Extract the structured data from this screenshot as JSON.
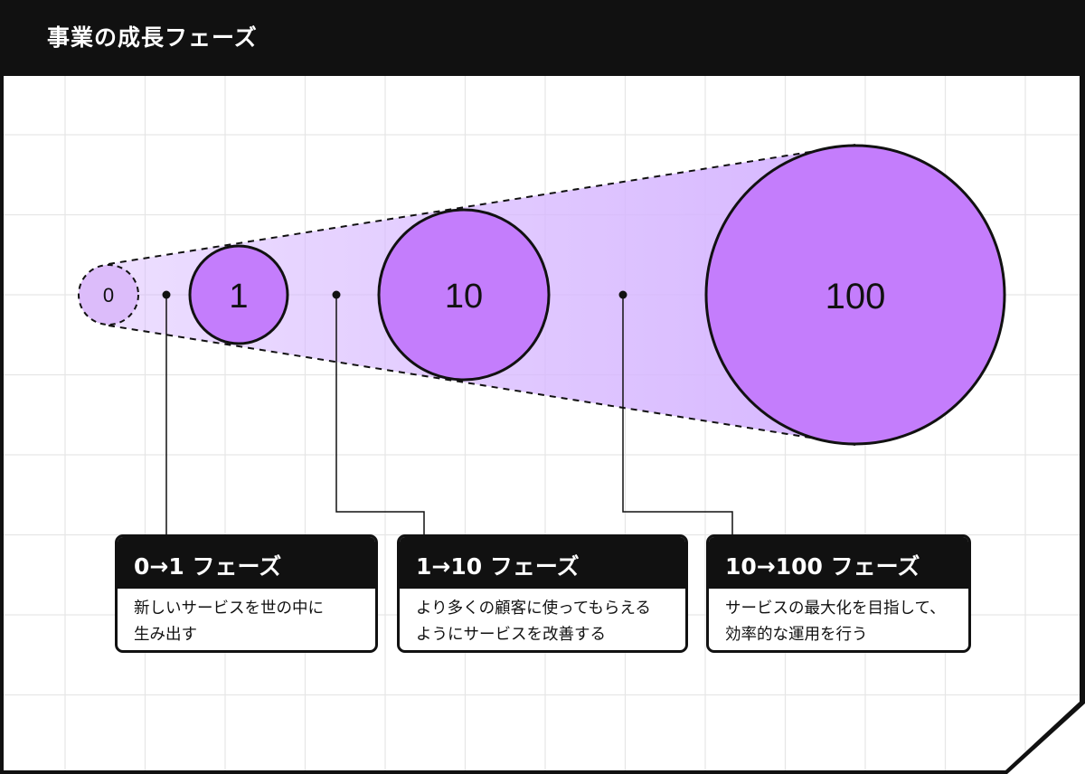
{
  "header": {
    "title": "事業の成長フェーズ"
  },
  "colors": {
    "frame": "#111111",
    "grid": "#e6e6e6",
    "circle_fill": "#c47dfc",
    "circle_fill_light": "#dcbcfa",
    "cone_fill": "#d6b6ff"
  },
  "circles": [
    {
      "label": "0",
      "style": "dashed"
    },
    {
      "label": "1",
      "style": "solid"
    },
    {
      "label": "10",
      "style": "solid"
    },
    {
      "label": "100",
      "style": "solid"
    }
  ],
  "phases": [
    {
      "title": "0→1 フェーズ",
      "lines": [
        "新しいサービスを世の中に",
        "生み出す"
      ]
    },
    {
      "title": "1→10 フェーズ",
      "lines": [
        "より多くの顧客に使ってもらえる",
        "ようにサービスを改善する"
      ]
    },
    {
      "title": "10→100 フェーズ",
      "lines": [
        "サービスの最大化を目指して、",
        "効率的な運用を行う"
      ]
    }
  ]
}
